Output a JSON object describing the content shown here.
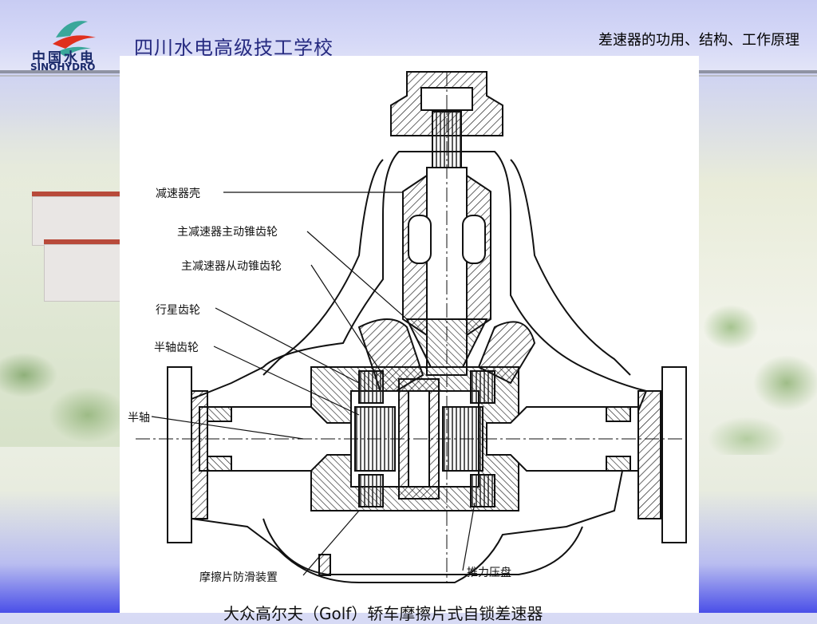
{
  "header": {
    "logo_cn": "中国水电",
    "logo_en": "SINOHYDRO",
    "school_name": "四川水电高级技工学校",
    "slide_title": "差速器的功用、结构、工作原理"
  },
  "diagram": {
    "labels": {
      "reducer_housing": "减速器壳",
      "main_drive_bevel": "主减速器主动锥齿轮",
      "main_driven_bevel": "主减速器从动锥齿轮",
      "planet_gear": "行星齿轮",
      "side_gear": "半轴齿轮",
      "half_shaft": "半轴",
      "anti_slip": "摩擦片防滑装置",
      "thrust_plate": "推力压盘"
    },
    "caption": "大众高尔夫（Golf）轿车摩擦片式自锁差速器"
  },
  "colors": {
    "accent": "#262a80",
    "logo_red": "#e0301e",
    "logo_teal": "#3aa79a"
  }
}
